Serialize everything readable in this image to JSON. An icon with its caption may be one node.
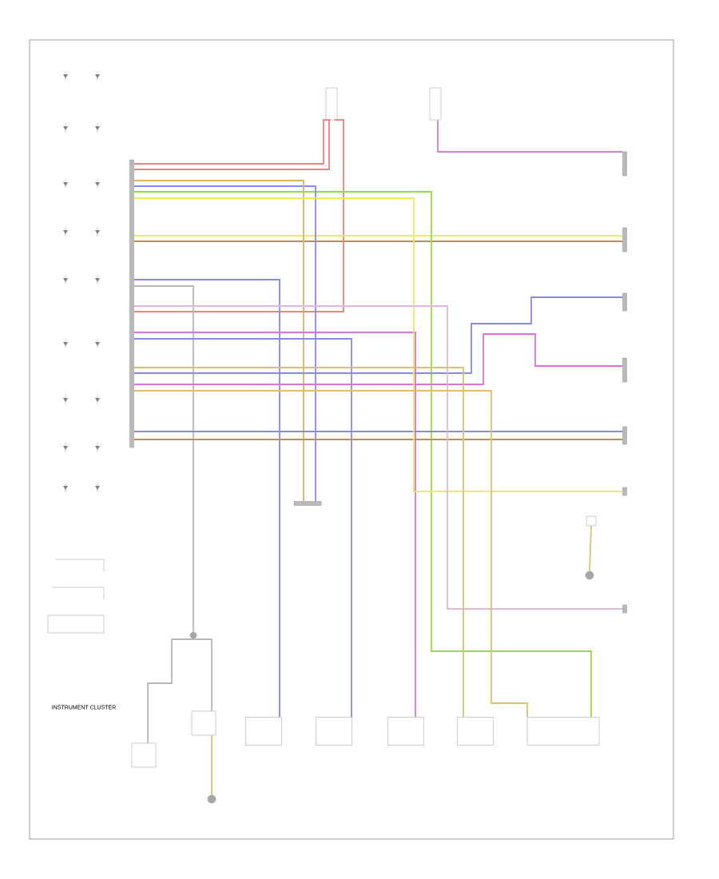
{
  "diagram": {
    "nodes": [
      {
        "text": [],
        "shape": "bar"
      },
      {
        "text": [],
        "shape": "box"
      },
      {
        "text": [],
        "shape": "box"
      },
      {
        "text": [],
        "shape": "bar"
      },
      {
        "text": [],
        "shape": "bar"
      },
      {
        "text": [],
        "shape": "bar"
      },
      {
        "text": [],
        "shape": "bar"
      },
      {
        "text": [],
        "shape": "bar"
      },
      {
        "text": [],
        "shape": "bar"
      },
      {
        "text": [],
        "shape": "box"
      },
      {
        "text": [],
        "shape": "circle"
      },
      {
        "text": [],
        "shape": "bar"
      },
      {
        "text": [],
        "shape": "bar"
      },
      {
        "text": [],
        "shape": "box"
      },
      {
        "text": [],
        "shape": "box"
      },
      {
        "text": [],
        "shape": "box"
      },
      {
        "text": [],
        "shape": "box"
      },
      {
        "text": [],
        "shape": "box"
      },
      {
        "text": [],
        "shape": "circle"
      },
      {
        "text": [],
        "shape": "box"
      },
      {
        "text": [],
        "shape": "box"
      },
      {
        "text": [],
        "shape": "circle"
      }
    ],
    "edges": [
      {
        "from": 0,
        "to": 1,
        "arrow": "none",
        "color": "#f08080"
      },
      {
        "from": 0,
        "to": 1,
        "arrow": "none",
        "color": "#f08080"
      },
      {
        "from": 0,
        "to": 1,
        "arrow": "none",
        "color": "#f08080"
      },
      {
        "from": 2,
        "to": 3,
        "arrow": "none",
        "color": "#d080d8"
      },
      {
        "from": 0,
        "to": 4,
        "arrow": "none",
        "color": "#f0e860"
      },
      {
        "from": 0,
        "to": 4,
        "arrow": "none",
        "color": "#c09050"
      },
      {
        "from": 0,
        "to": 17,
        "arrow": "none",
        "color": "#90e040"
      },
      {
        "from": 0,
        "to": 12,
        "arrow": "none",
        "color": "#8888f0"
      },
      {
        "from": 0,
        "to": 12,
        "arrow": "none",
        "color": "#e0b060"
      },
      {
        "from": 0,
        "to": 13,
        "arrow": "none",
        "color": "#8888f0"
      },
      {
        "from": 0,
        "to": 18,
        "arrow": "none",
        "color": "#b8b8b8"
      },
      {
        "from": 18,
        "to": 19,
        "arrow": "none",
        "color": "#b8b8b8"
      },
      {
        "from": 18,
        "to": 20,
        "arrow": "none",
        "color": "#b8b8b8"
      },
      {
        "from": 19,
        "to": 21,
        "arrow": "none",
        "color": "#e0c070"
      },
      {
        "from": 0,
        "to": 14,
        "arrow": "none",
        "color": "#8888f0"
      },
      {
        "from": 0,
        "to": 15,
        "arrow": "none",
        "color": "#e070e0"
      },
      {
        "from": 0,
        "to": 5,
        "arrow": "none",
        "color": "#8888f0"
      },
      {
        "from": 0,
        "to": 6,
        "arrow": "none",
        "color": "#e070e0"
      },
      {
        "from": 0,
        "to": 7,
        "arrow": "none",
        "color": "#8888f0"
      },
      {
        "from": 0,
        "to": 7,
        "arrow": "none",
        "color": "#c09050"
      },
      {
        "from": 0,
        "to": 8,
        "arrow": "none",
        "color": "#f0e860"
      },
      {
        "from": 9,
        "to": 10,
        "arrow": "none",
        "color": "#e0c070"
      },
      {
        "from": 0,
        "to": 11,
        "arrow": "none",
        "color": "#e0b8e0"
      },
      {
        "from": 0,
        "to": 16,
        "arrow": "none",
        "color": "#e0c070"
      },
      {
        "from": 0,
        "to": 17,
        "arrow": "none",
        "color": "#e0c070"
      }
    ],
    "labels": [
      "INSTRUMENT CLUSTER"
    ]
  }
}
